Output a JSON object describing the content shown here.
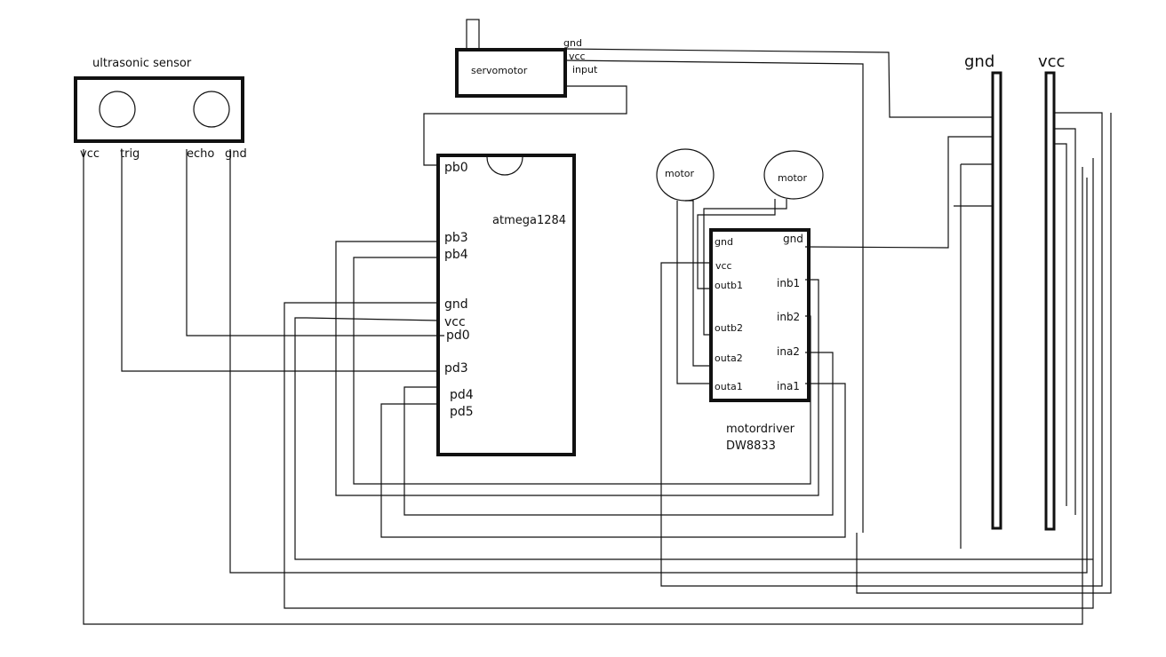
{
  "ultrasonic": {
    "title": "ultrasonic sensor",
    "pins": {
      "vcc": "vcc",
      "trig": "trig",
      "echo": "echo",
      "gnd": "gnd"
    }
  },
  "servo": {
    "label": "servomotor",
    "pins": {
      "gnd": "gnd",
      "vcc": "vcc",
      "input": "input"
    }
  },
  "mcu": {
    "label": "atmega1284",
    "pins": {
      "pb0": "pb0",
      "pb3": "pb3",
      "pb4": "pb4",
      "gnd": "gnd",
      "vcc": "vcc",
      "pd0": "pd0",
      "pd3": "pd3",
      "pd4": "pd4",
      "pd5": "pd5"
    }
  },
  "motors": {
    "left": "motor",
    "right": "motor"
  },
  "driver": {
    "label_line1": "motordriver",
    "label_line2": "DW8833",
    "left_pins": {
      "gnd": "gnd",
      "vcc": "vcc",
      "outb1": "outb1",
      "outb2": "outb2",
      "outa2": "outa2",
      "outa1": "outa1"
    },
    "right_pins": {
      "gnd": "gnd",
      "inb1": "inb1",
      "inb2": "inb2",
      "ina2": "ina2",
      "ina1": "ina1"
    }
  },
  "rails": {
    "gnd": "gnd",
    "vcc": "vcc"
  }
}
